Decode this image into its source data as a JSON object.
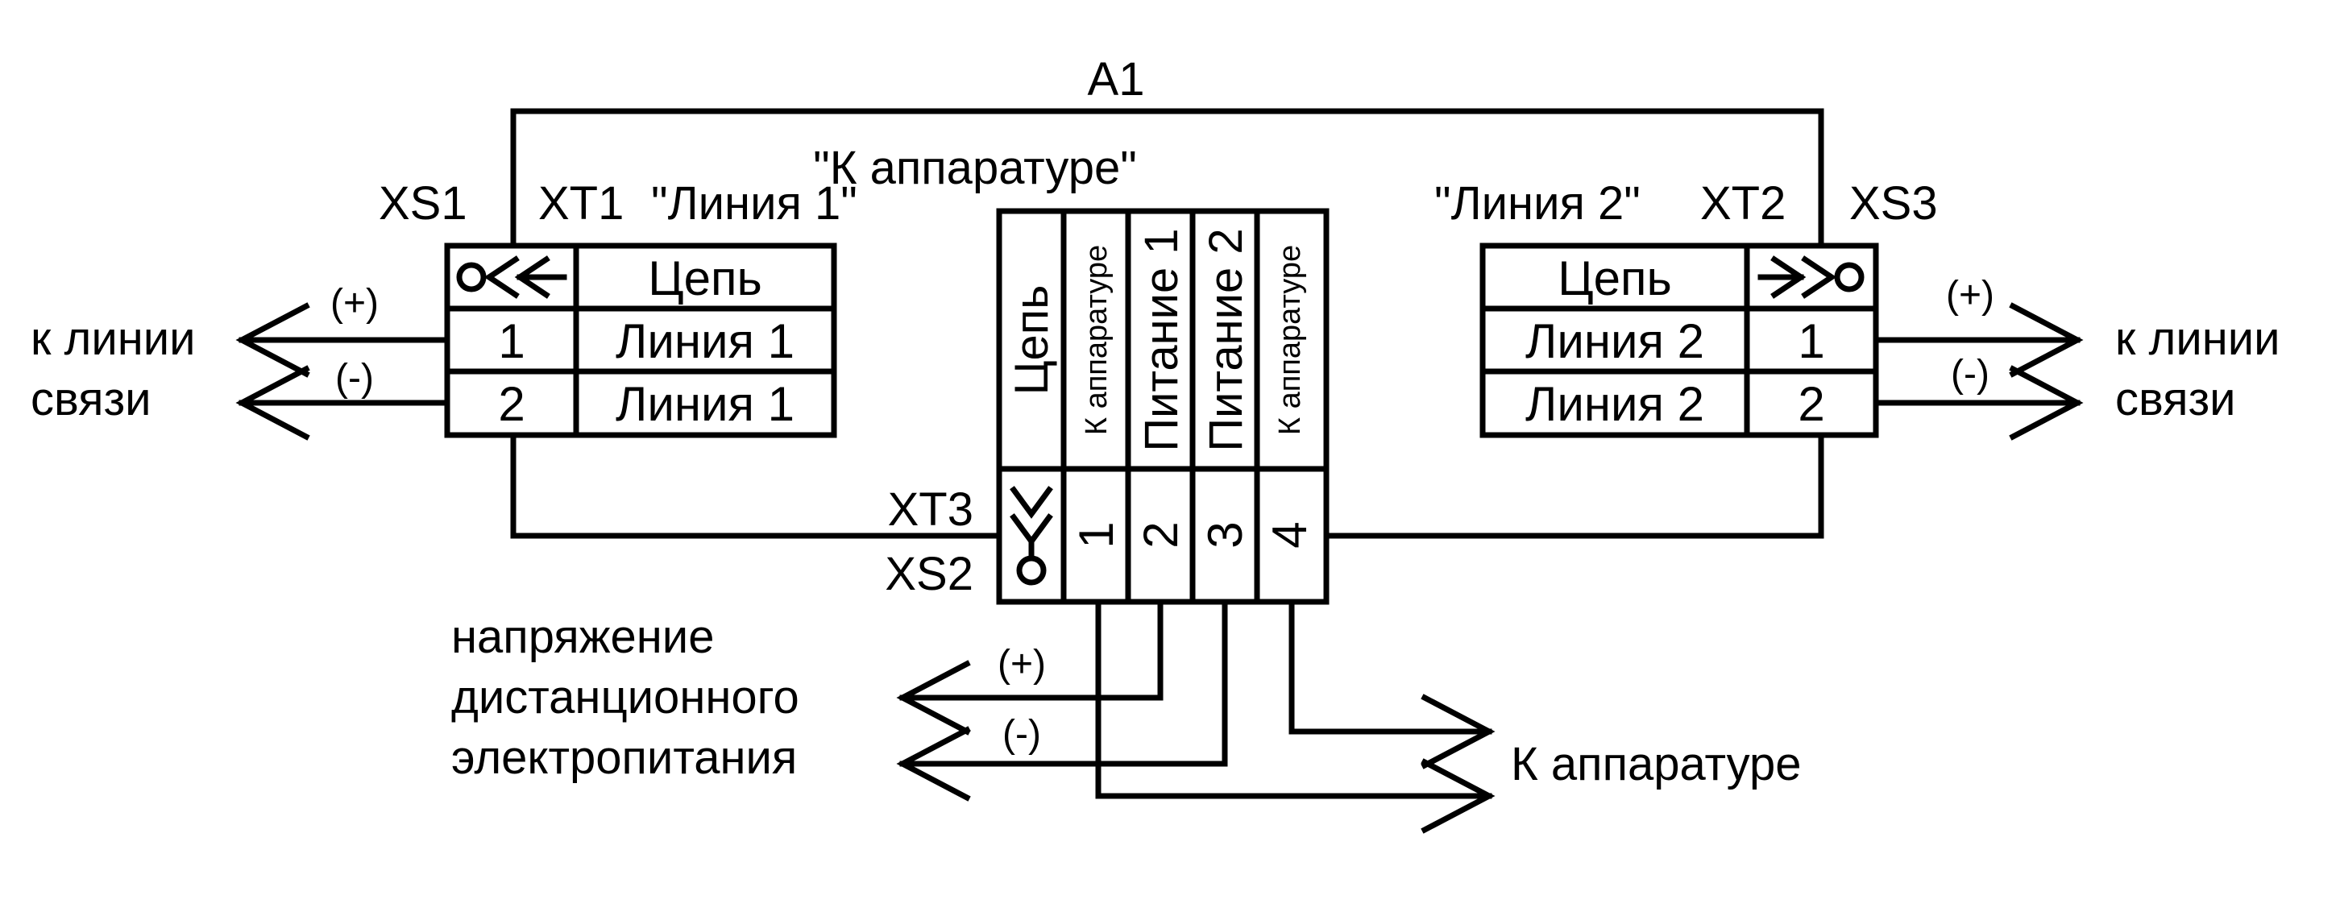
{
  "diagram": {
    "module_label": "A1",
    "left_connector": {
      "xs_label": "XS1",
      "xt_label": "XT1",
      "block_label": "\"Линия 1\"",
      "header": "Цепь",
      "rows": [
        {
          "pin": "1",
          "circuit": "Линия 1"
        },
        {
          "pin": "2",
          "circuit": "Линия 1"
        }
      ],
      "plus": "(+)",
      "minus": "(-)",
      "external_label_line1": "к линии",
      "external_label_line2": "связи"
    },
    "right_connector": {
      "xs_label": "XS3",
      "xt_label": "XT2",
      "block_label": "\"Линия 2\"",
      "header": "Цепь",
      "rows": [
        {
          "pin": "1",
          "circuit": "Линия 2"
        },
        {
          "pin": "2",
          "circuit": "Линия 2"
        }
      ],
      "plus": "(+)",
      "minus": "(-)",
      "external_label_line1": "к линии",
      "external_label_line2": "связи"
    },
    "center_connector": {
      "block_label": "\"К аппаратуре\"",
      "xt_label": "XT3",
      "xs_label": "XS2",
      "header": "Цепь",
      "columns": [
        {
          "pin": "1",
          "circuit": "К аппаратуре"
        },
        {
          "pin": "2",
          "circuit": "Питание 1"
        },
        {
          "pin": "3",
          "circuit": "Питание 2"
        },
        {
          "pin": "4",
          "circuit": "К аппаратуре"
        }
      ]
    },
    "power": {
      "plus": "(+)",
      "minus": "(-)",
      "label_line1": "напряжение",
      "label_line2": "дистанционного",
      "label_line3": "электропитания"
    },
    "equipment_label": "К аппаратуре"
  }
}
